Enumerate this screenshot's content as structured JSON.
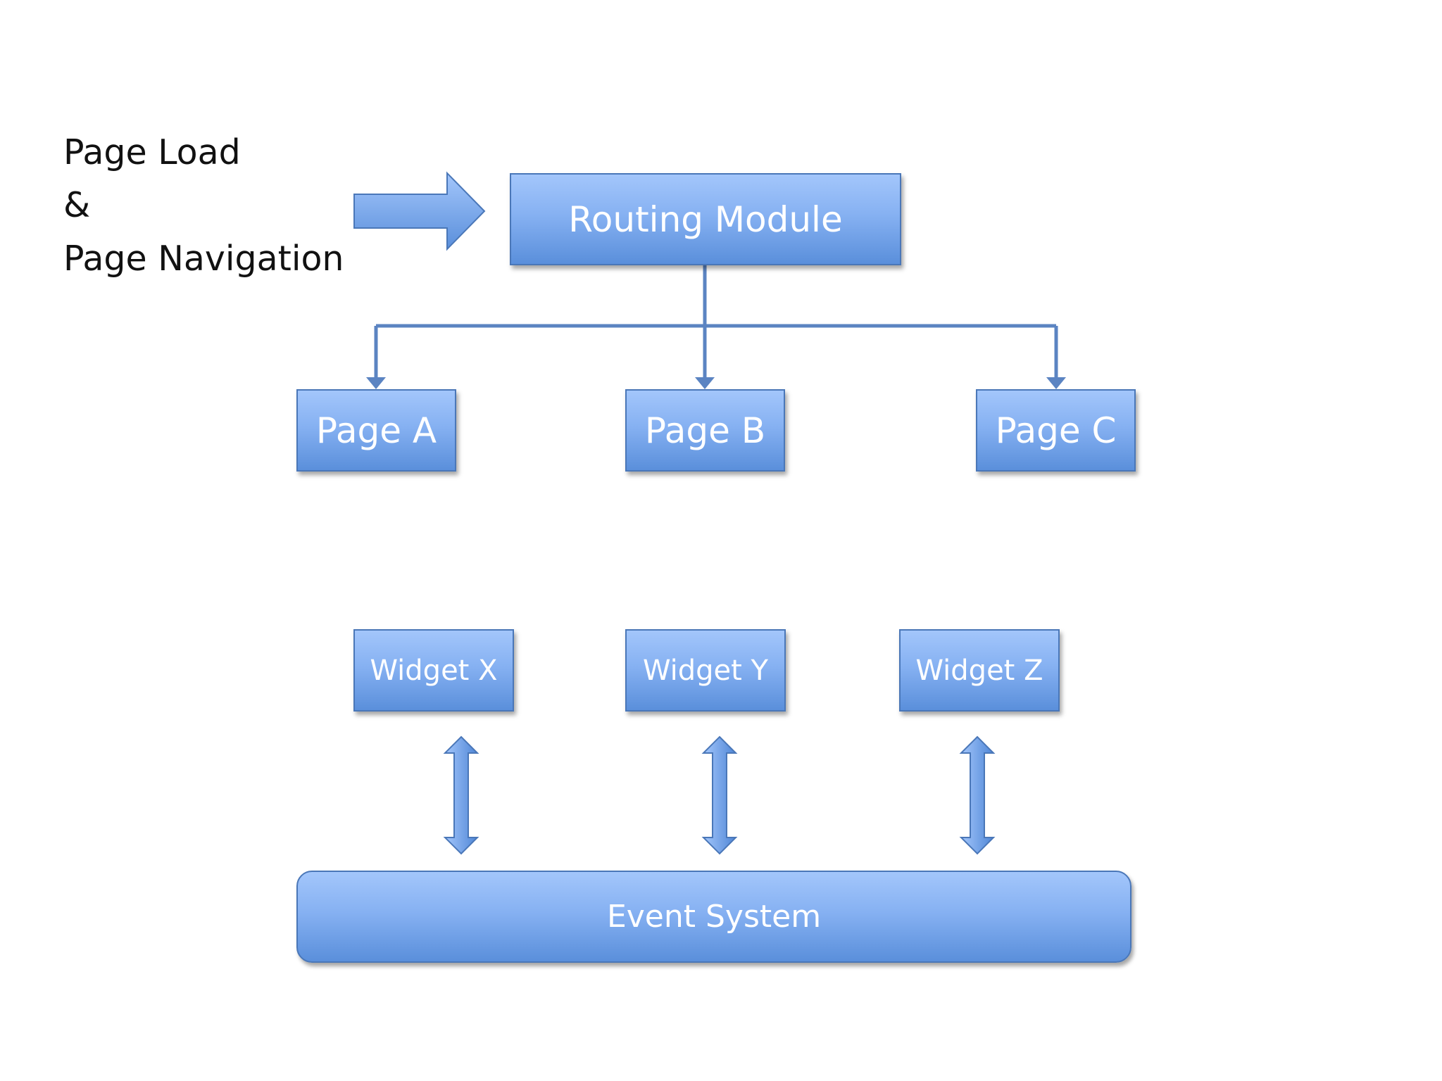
{
  "side_label": {
    "line1": "Page Load",
    "line2": "&",
    "line3": "Page Navigation"
  },
  "routing": {
    "label": "Routing Module"
  },
  "pages": [
    {
      "label": "Page A"
    },
    {
      "label": "Page B"
    },
    {
      "label": "Page C"
    }
  ],
  "widgets": [
    {
      "label": "Widget X"
    },
    {
      "label": "Widget Y"
    },
    {
      "label": "Widget Z"
    }
  ],
  "event_system": {
    "label": "Event System"
  },
  "colors": {
    "box_light": "#a3c6fb",
    "box_dark": "#5a8fdb",
    "box_border": "#4a77b8",
    "connector": "#5b84c2",
    "label_text": "#ffffff",
    "side_text": "#111111"
  }
}
